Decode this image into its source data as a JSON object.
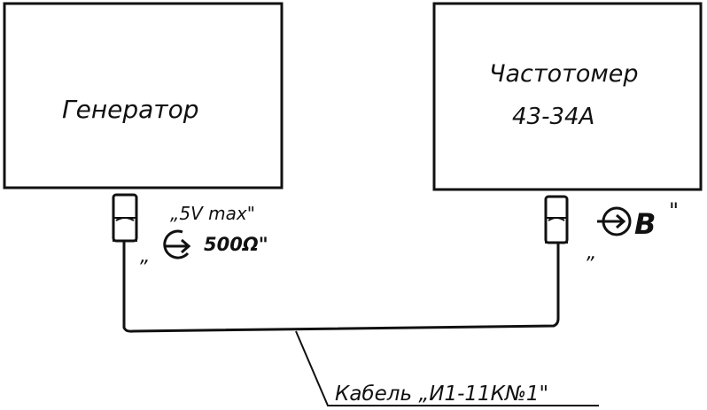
{
  "diagram": {
    "generator": {
      "label": "Генератор",
      "output": {
        "voltage_label": "„5V max\"",
        "impedance_label": "500Ω\"",
        "quote_mark": "„",
        "symbol": "output-connector-symbol"
      }
    },
    "counter": {
      "label_line1": "Частотомер",
      "label_line2": "43-34А",
      "input": {
        "input_label": "В",
        "quote_open": "„",
        "quote_close": "\"",
        "symbol": "input-connector-symbol"
      }
    },
    "cable": {
      "label": "Кабель „И1-11К№1\""
    },
    "colors": {
      "ink": "#111111",
      "paper": "#ffffff"
    }
  }
}
